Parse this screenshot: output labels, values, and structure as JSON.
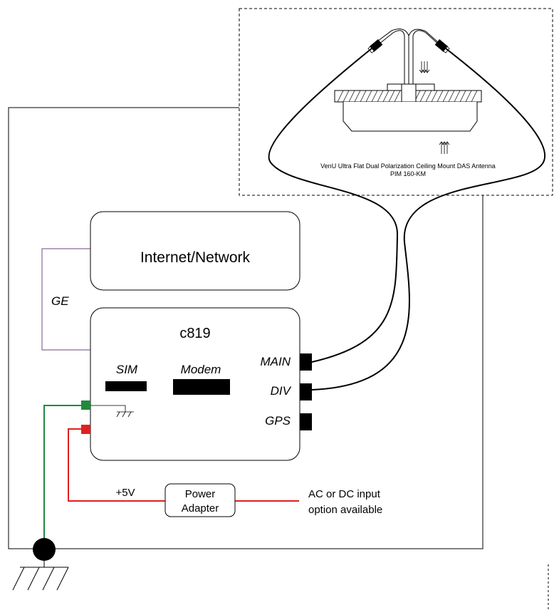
{
  "antenna": {
    "name_line1": "VenU Ultra Flat Dual Polarization Ceiling Mount DAS Antenna",
    "name_line2": "PIM 160-KM"
  },
  "network_box": {
    "label": "Internet/Network"
  },
  "ge_label": "GE",
  "router": {
    "title": "c819",
    "sim_label": "SIM",
    "modem_label": "Modem",
    "ports": {
      "main": "MAIN",
      "div": "DIV",
      "gps": "GPS"
    }
  },
  "power": {
    "voltage_label": "+5V",
    "adapter_line1": "Power",
    "adapter_line2": "Adapter",
    "input_line1": "AC or DC input",
    "input_line2": "option available"
  },
  "colors": {
    "ground_wire": "#1e8a3c",
    "power_wire": "#e02020",
    "network_link": "#8a6a9a",
    "ground_terminal": "#1e8a3c",
    "power_terminal": "#e02020"
  }
}
